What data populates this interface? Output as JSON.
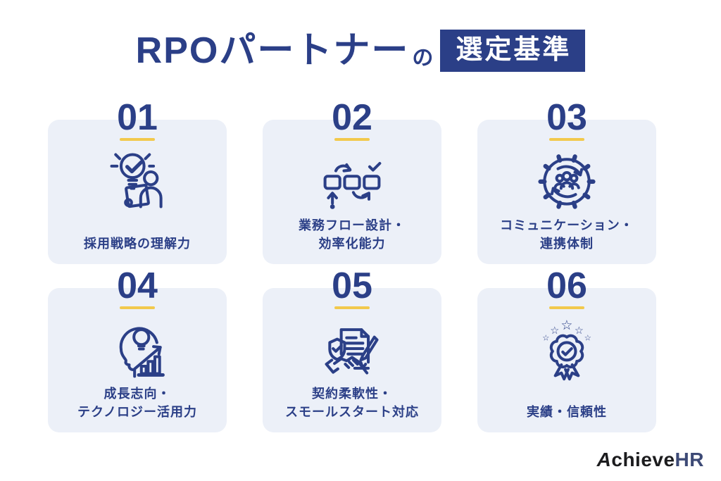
{
  "page": {
    "background": "#ffffff",
    "accent_navy": "#2b3f87",
    "accent_yellow": "#f2c94c",
    "card_background": "#ecf0f8"
  },
  "header": {
    "title_main": "RPOパートナー",
    "title_particle": "の",
    "title_badge": "選定基準"
  },
  "cards": [
    {
      "number": "01",
      "icon": "lightbulb-check-person-icon",
      "label_lines": [
        "採用戦略の理解力",
        ""
      ]
    },
    {
      "number": "02",
      "icon": "workflow-process-icon",
      "label_lines": [
        "業務フロー設計・",
        "効率化能力"
      ]
    },
    {
      "number": "03",
      "icon": "gear-teamwork-icon",
      "label_lines": [
        "コミュニケーション・",
        "連携体制"
      ]
    },
    {
      "number": "04",
      "icon": "head-idea-growth-icon",
      "label_lines": [
        "成長志向・",
        "テクノロジー活用力"
      ]
    },
    {
      "number": "05",
      "icon": "contract-handshake-icon",
      "label_lines": [
        "契約柔軟性・",
        "スモールスタート対応"
      ]
    },
    {
      "number": "06",
      "icon": "award-ribbon-icon",
      "label_lines": [
        "実績・信頼性",
        ""
      ]
    }
  ],
  "footer": {
    "logo_black": "Achieve",
    "logo_blue": "HR"
  }
}
